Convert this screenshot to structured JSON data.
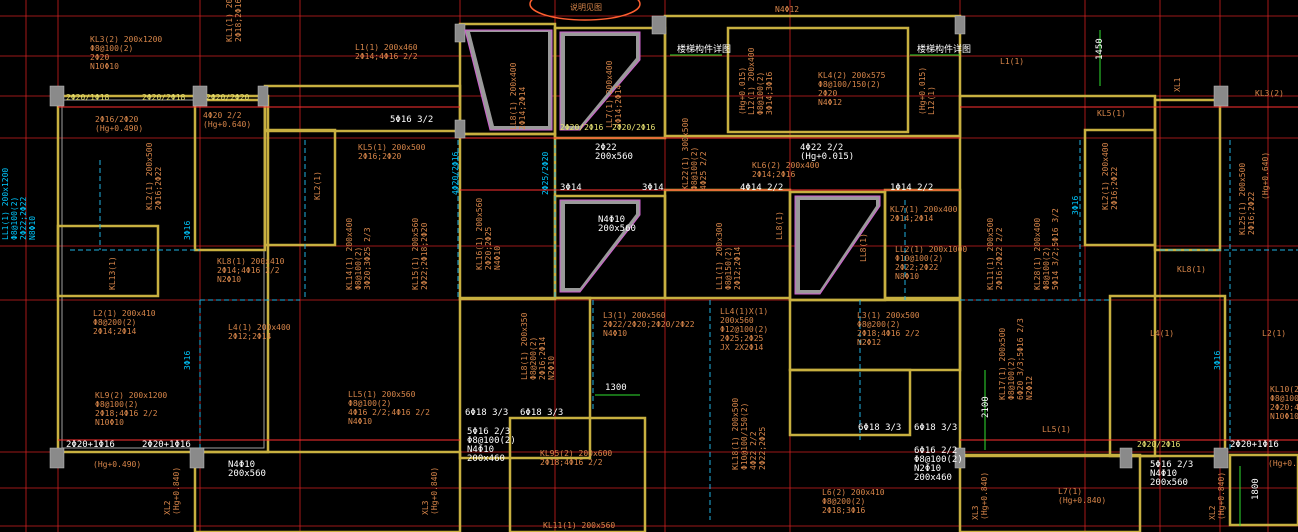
{
  "labels": {
    "top_left_kl3": [
      "KL3(2) 200x1200",
      "Φ8@100(2)",
      "2Φ20",
      "N10Φ10"
    ],
    "kl1_left": [
      "KL1(1) 200x460",
      "2Φ18;2Φ16"
    ],
    "l1_top": [
      "L1(1) 200x460",
      "2Φ14;4Φ16 2/2"
    ],
    "top_bar_1": "2Φ20/1Φ18",
    "top_bar_2": "2Φ20/2Φ18",
    "top_bar_3": "2Φ20/2Φ20",
    "wall_left_1": [
      "2Φ16/2Φ20",
      "(Hg+0.490)"
    ],
    "wall_left_2": [
      "4Φ20 2/2",
      "(Hg+0.640)"
    ],
    "kl2_left": [
      "KL2(1) 200x500",
      "2Φ16;2Φ22"
    ],
    "kl5": [
      "KL5(1) 200x500",
      "2Φ16;2Φ20"
    ],
    "bar_5c16": "5Φ16 3/2",
    "kl24": "KL2(1)",
    "kl8": [
      "KL8(1) 200x410",
      "2Φ14;4Φ16 2/2",
      "N2Φ10"
    ],
    "kl14": [
      "KL14(1) 200x400",
      "Φ8@100(2)",
      "3Φ20;3Φ25 2/3"
    ],
    "kl15": [
      "KL15(1) 200x560",
      "2Φ22;2Φ18;2Φ20"
    ],
    "kl13": "KL13(1)",
    "l2_left": [
      "L2(1) 200x410",
      "Φ8@200(2)",
      "2Φ14;2Φ14"
    ],
    "l4_left": [
      "L4(1) 200x400",
      "2Φ12;2Φ14"
    ],
    "kl9": [
      "KL9(2) 200x1200",
      "Φ8@100(2)",
      "2Φ18;4Φ16 2/2",
      "N10Φ10"
    ],
    "ll5": [
      "LL5(1) 200x560",
      "Φ8@100(2)",
      "4Φ16 2/2;4Φ16 2/2",
      "N4Φ10"
    ],
    "bottom_bar_1": "2Φ20+1Φ16",
    "bottom_bar_2": "2Φ20+1Φ16",
    "bottom_hg": "(Hg+0.490)",
    "n4_left": [
      "N4Φ10",
      "200x560"
    ],
    "xl2": [
      "XL2",
      "(Hg+0.840)"
    ],
    "xl3": [
      "XL3",
      "(Hg+0.840)"
    ],
    "ll8_top": [
      "LL8(1) 200x400",
      "2Φ14;2Φ14"
    ],
    "ll7_top": [
      "LL7(1) 200x400",
      "2Φ14;2Φ14"
    ],
    "bar_2c20_2c16": "2Φ20/2Φ16",
    "bar_2c20_2c16b": "2Φ20/2Φ16",
    "n4_c12_top": "N4Φ12",
    "stair_1": "楼梯构件详图",
    "stair_2": "楼梯构件详图",
    "l12": [
      "(Hg+0.015)",
      "L12(1) 200x400",
      "Φ8@100(2)",
      "3Φ14;3Φ16"
    ],
    "kl4": [
      "KL4(2) 200x575",
      "Φ8@100/150(2)",
      "2Φ20",
      "N4Φ12"
    ],
    "hg_right": [
      "(Hg+0.015)",
      "L12(1)"
    ],
    "dim_1450": "1450",
    "l1_right": "L1(1)",
    "kl5_right": "KL5(1)",
    "xl1": "XL1",
    "kl3_right": "KL3(2)",
    "mid_2c22": [
      "2Φ22",
      "200x560"
    ],
    "bar_4c22": [
      "4Φ22 2/2",
      "(Hg+0.015)"
    ],
    "kl22": [
      "KL22(1) 300x500",
      "Φ8@100(2)",
      "4Φ25 2/2"
    ],
    "kl6": [
      "KL6(2) 200x400",
      "2Φ14;2Φ16"
    ],
    "bar_4c14": "4Φ14 2/2",
    "bar_3c14a": "3Φ14",
    "bar_3c14b": "3Φ14",
    "bar_1c14": "1Φ14 2/2",
    "n4_c10_mid": [
      "N4Φ10",
      "200x560"
    ],
    "kl16": [
      "KL16(1) 200x560",
      "2Φ20;2Φ25",
      "N4Φ10"
    ],
    "ll1": [
      "LL1(1) 200x300",
      "Φ8@150(2)",
      "2Φ12;2Φ14"
    ],
    "ll8_mid": "LL8(1)",
    "ll8_mid2": "LL8(1)",
    "kl7": [
      "KL7(1) 200x400",
      "2Φ14;2Φ14"
    ],
    "ll2": [
      "LL2(1) 200x1000",
      "Φ10@100(2)",
      "2Φ22;2Φ22",
      "N8Φ10"
    ],
    "kl11_r": [
      "KL11(1) 200x500",
      "2Φ16;2Φ22 2/2"
    ],
    "kl28": [
      "KL28(1) 200x400",
      "Φ8@100(2)",
      "5Φ14 3/2;5Φ16 3/2"
    ],
    "kl2_r": [
      "KL2(1) 200x400",
      "2Φ16;2Φ22"
    ],
    "kl25": [
      "KL25(1) 200x500",
      "2Φ16;2Φ22"
    ],
    "hg_0640_r": "(Hg+0.640)",
    "kl8_r": "KL8(1)",
    "kl6_bar": "3Φ16",
    "kl6_bar2": "3Φ16",
    "l4_r": "L4(1)",
    "l2_r": "L2(1)",
    "ll8": [
      "LL8(1) 200x350",
      "Φ8@200(2)",
      "2Φ16;2Φ14",
      "N2Φ10"
    ],
    "l3_mid": [
      "L3(1) 200x560",
      "2Φ22/2Φ20;2Φ20/2Φ22",
      "N4Φ10"
    ],
    "ll4": [
      "LL4(1)X(1)",
      "200x560",
      "Φ12@100(2)",
      "2Φ25;2Φ25",
      "JX 2X2Φ14"
    ],
    "l3_r": [
      "L3(1) 200x500",
      "Φ8@200(2)",
      "2Φ18;4Φ16 2/2",
      "N2Φ12"
    ],
    "kl17": [
      "KL17(1) 200x500",
      "Φ8@100(2)",
      "6Φ20 3/3;5Φ16 2/3",
      "N2Φ12"
    ],
    "dim_1300": "1300",
    "dim_2100": "2100",
    "bar_6c18a": "6Φ18 3/3",
    "bar_6c18b": "6Φ18 3/3",
    "bar_6c18c": "6Φ18 3/3",
    "bar_6c18d": "6Φ18 3/3",
    "kl16_bot": [
      "5Φ16 2/3",
      "Φ8@100(2)",
      "N4Φ10",
      "200x460"
    ],
    "kl95": [
      "KL95(2) 200x600",
      "2Φ18;4Φ16 2/2"
    ],
    "kl18": [
      "KL18(1) 200x500",
      "Φ10@100/150(2)",
      "4Φ22 2/2",
      "2Φ22;2Φ25"
    ],
    "l6": [
      "L6(2) 200x410",
      "Φ8@200(2)",
      "2Φ18;3Φ16"
    ],
    "kl16_r": [
      "6Φ16 2/2",
      "Φ8@100(2)",
      "N2Φ10",
      "200x460"
    ],
    "bar_2c20_2c16_br": "2Φ20/2Φ16",
    "bar_2c20_1c16_br": "2Φ20+1Φ16",
    "bar_5c16_br": [
      "5Φ16 2/3",
      "N4Φ10",
      "200x560"
    ],
    "l7": [
      "L7(1)",
      "(Hg+0.840)"
    ],
    "xl3_r": [
      "XL3",
      "(Hg+0.840)"
    ],
    "xl2_r": [
      "XL2",
      "(Hg+0.840)"
    ],
    "ll5_r": "LL5(1)",
    "kl10": [
      "KL10(2) 200x",
      "Φ8@100(2)",
      "2Φ20;4Φ16",
      "N10Φ10"
    ],
    "hg_r": "(Hg+0.490)",
    "kl11_bot": "KL11(1) 200x560",
    "dim_1800": "1800",
    "ll_left_vert": [
      "LL1(1) 200x1200",
      "Φ8@100(2)",
      "2Φ22;2Φ22",
      "N8Φ10"
    ],
    "bar_3c16a": "3Φ16",
    "bar_3c16b": "3Φ16",
    "bar_2c25": "2Φ25/2Φ20",
    "bar_2c20_v": "4Φ20/2Φ16",
    "handwriting": "说明见图"
  },
  "colors": {
    "background": "#000000",
    "wall": "#c8b040",
    "beam_red": "#ff3030",
    "dash_cyan": "#20b0e0",
    "text_orange": "#d8864a",
    "text_cyan": "#00c8ff",
    "column": "#8a8a8a",
    "stair_fill": "#9a9a9a",
    "stair_edge": "#d060d0",
    "dim_green": "#30e030"
  }
}
